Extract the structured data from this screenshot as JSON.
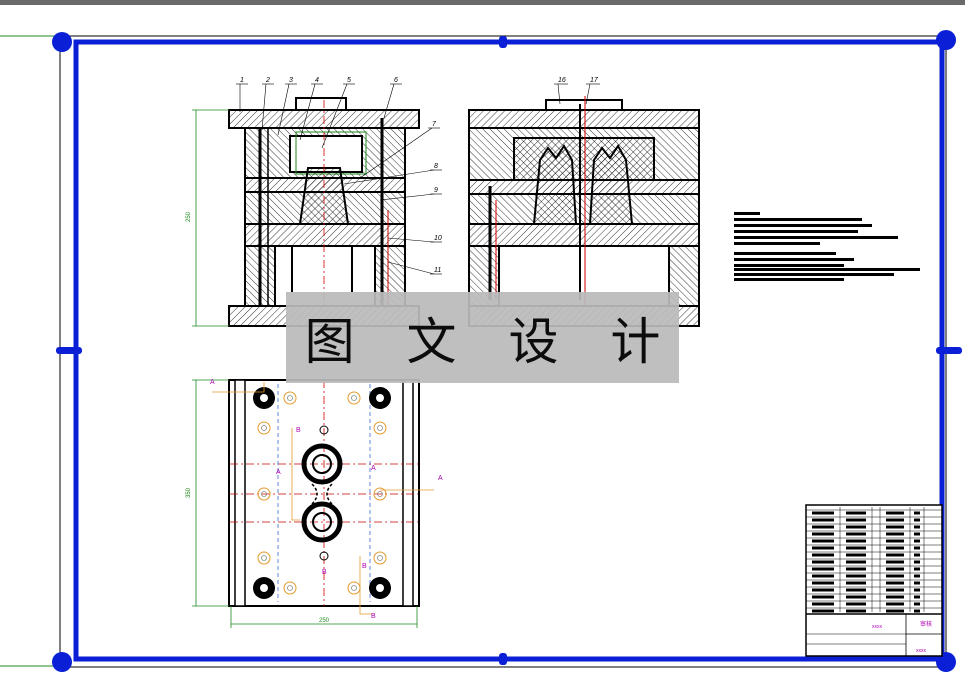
{
  "colors": {
    "frame": "#0a1fd6",
    "line": "#000000",
    "dim": "#1f8a1f",
    "center": "#cc0000",
    "marker": "#b000b0",
    "hole": "#e39b2c",
    "background": "#ffffff",
    "watermark_bg": "#bababa"
  },
  "watermark": {
    "text": "图 文 设 计"
  },
  "front_view": {
    "part_numbers": [
      "1",
      "2",
      "3",
      "4",
      "5",
      "6",
      "7",
      "8",
      "9",
      "10",
      "11"
    ],
    "height_dimension": "250"
  },
  "side_view": {
    "part_numbers": [
      "16",
      "17"
    ]
  },
  "plan_view": {
    "width_dimension": "250",
    "height_dimension": "350",
    "section_labels": [
      "A",
      "A",
      "B",
      "B",
      "A",
      "A",
      "B",
      "B"
    ]
  },
  "title_block": {
    "label_top": "审核",
    "label_mid": "xxxx",
    "label_bottom": "xxxx"
  }
}
